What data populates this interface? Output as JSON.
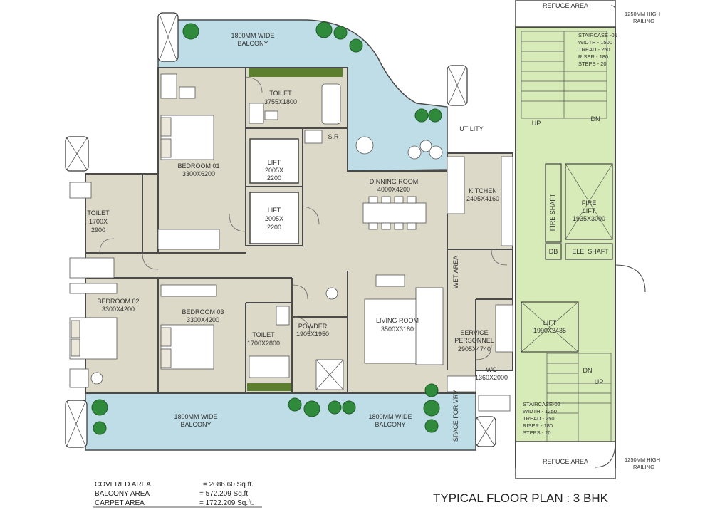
{
  "colors": {
    "floor": "#ddd9c8",
    "balcony": "#bfdde6",
    "core": "#d6ebb8",
    "wall": "#4a4a4a",
    "plant": "#2f8a3c",
    "planter": "#5b7f2e"
  },
  "balconies": {
    "top": {
      "line1": "1800MM WIDE",
      "line2": "BALCONY"
    },
    "bottom_left": {
      "line1": "1800MM WIDE",
      "line2": "BALCONY"
    },
    "bottom_right": {
      "line1": "1800MM WIDE",
      "line2": "BALCONY"
    }
  },
  "rooms": {
    "toilet_top": {
      "name": "TOILET",
      "size": "3755X1800"
    },
    "sr": {
      "name": "S.R"
    },
    "bedroom_01": {
      "name": "BEDROOM 01",
      "size": "3300X6200"
    },
    "lift_1": {
      "name": "LIFT",
      "size1": "2005X",
      "size2": "2200"
    },
    "lift_2": {
      "name": "LIFT",
      "size1": "2005X",
      "size2": "2200"
    },
    "utility": {
      "name": "UTILITY"
    },
    "dinning_room": {
      "name": "DINNING ROOM",
      "size": "4000X4200"
    },
    "kitchen": {
      "name": "KITCHEN",
      "size": "2405X4160"
    },
    "toilet_left": {
      "name": "TOILET",
      "size1": "1700X",
      "size2": "2900"
    },
    "bedroom_02": {
      "name": "BEDROOM 02",
      "size": "3300X4200"
    },
    "bedroom_03": {
      "name": "BEDROOM 03",
      "size": "3300X4200"
    },
    "toilet_mid": {
      "name": "TOILET",
      "size": "1700X2800"
    },
    "powder": {
      "name": "POWDER",
      "size": "1905X1950"
    },
    "living_room": {
      "name": "LIVING ROOM",
      "size": "3500X3180"
    },
    "wet_area": {
      "name": "WET AREA"
    },
    "service_personnel": {
      "name": "SERVICE",
      "name2": "PERSONNEL",
      "size": "2905X4740"
    },
    "wc": {
      "name": "WC",
      "size": "1360X2000"
    },
    "space_for_vrv": {
      "name": "SPACE FOR VRV"
    }
  },
  "core": {
    "refuge_top": "REFUGE AREA",
    "refuge_bottom": "REFUGE AREA",
    "railing_top": {
      "line1": "1250MM HIGH",
      "line2": "RAILING"
    },
    "railing_bottom": {
      "line1": "1250MM HIGH",
      "line2": "RAILING"
    },
    "staircase_01": [
      "STAIRCASE -01",
      "WIDTH - 1500",
      "TREAD - 250",
      "RISER - 180",
      "STEPS - 20"
    ],
    "staircase_02": [
      "STAIRCASE-02",
      "WIDTH - 1250",
      "TREAD - 250",
      "RISER - 180",
      "STEPS - 20"
    ],
    "up_top": "UP",
    "dn_top": "DN",
    "up_bottom": "UP",
    "dn_bottom": "DN",
    "fire_shaft": "FIRE SHAFT",
    "fire_lift": {
      "line1": "FIRE",
      "line2": "LIFT",
      "size": "1935X3000"
    },
    "db": "DB",
    "ele_shaft": "ELE. SHAFT",
    "lift_core": {
      "name": "LIFT",
      "size": "1990X2435"
    }
  },
  "areas": [
    {
      "label": "COVERED AREA",
      "value": "= 2086.60 Sq.ft."
    },
    {
      "label": "BALCONY AREA",
      "value": "= 572.209 Sq.ft."
    },
    {
      "label": "CARPET AREA",
      "value": "= 1722.209 Sq.ft."
    }
  ],
  "title": "TYPICAL FLOOR PLAN : 3 BHK"
}
